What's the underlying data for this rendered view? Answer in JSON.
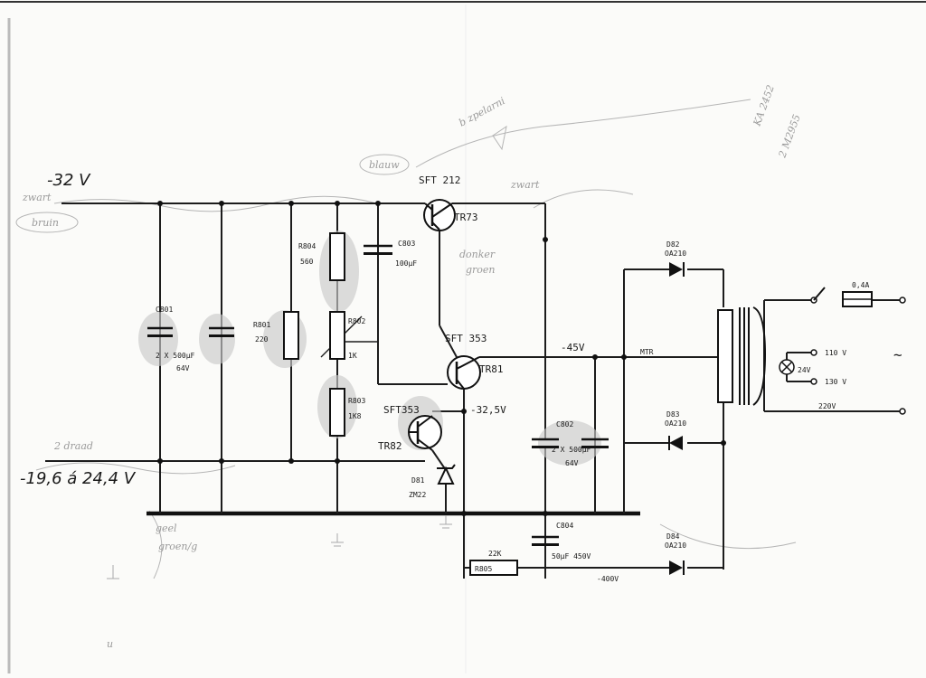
{
  "supply": {
    "top_label": "-32 V",
    "bottom_label": "-19,6 á 24,4 V"
  },
  "transistors": [
    {
      "ref": "TR73",
      "type": "SFT 212"
    },
    {
      "ref": "TR81",
      "type": "SFT 353"
    },
    {
      "ref": "TR82",
      "type": "SFT353"
    }
  ],
  "resistors": [
    {
      "ref": "R801",
      "value": "220"
    },
    {
      "ref": "R804",
      "value": "560"
    },
    {
      "ref": "R802",
      "value": "1K"
    },
    {
      "ref": "R803",
      "value": "1K8"
    },
    {
      "ref": "R805",
      "value": "22K"
    }
  ],
  "capacitors": [
    {
      "ref": "C801",
      "value_a": "2 X 500µF",
      "value_b": "64V"
    },
    {
      "ref": "C803",
      "value": "100µF"
    },
    {
      "ref": "C802",
      "value_a": "2 X 500µF",
      "value_b": "64V"
    },
    {
      "ref": "C804",
      "value": "50µF 450V"
    }
  ],
  "diodes": [
    {
      "ref": "D82",
      "type": "OA210"
    },
    {
      "ref": "D83",
      "type": "OA210"
    },
    {
      "ref": "D84",
      "type": "OA210"
    },
    {
      "ref": "D81",
      "type": "ZM22"
    }
  ],
  "nodes": {
    "v_tr82": "-32,5V",
    "v_rail": "-45V",
    "mtr": "MTR",
    "v_hv": "-400V"
  },
  "transformer": {
    "fuse": "0,4A",
    "taps": [
      "110 V",
      "130 V",
      "220V"
    ],
    "lamp": "24V",
    "ac": "~"
  },
  "notes": {
    "top_right_1": "KA 2452",
    "top_right_2": "2 M2955",
    "top_1": "b zpelarni",
    "near_tr73": "zwart",
    "tr73_lower_1": "donker",
    "tr73_lower_2": "groen",
    "bubble_1": "blauw",
    "bubble_2": "bruin",
    "left_top": "zwart",
    "left_mid": "2 draad",
    "gnd_1": "geel",
    "gnd_2": "groen/g",
    "stray": "u"
  }
}
